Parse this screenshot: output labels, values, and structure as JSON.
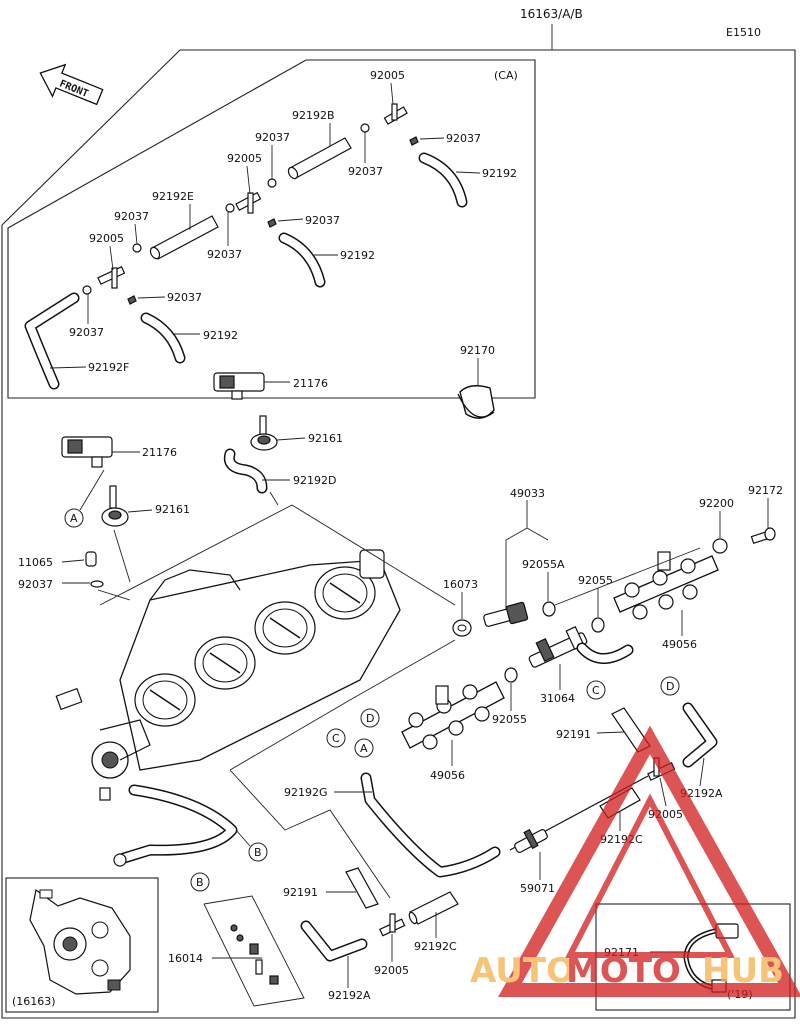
{
  "header": {
    "assembly_number": "16163/A/B",
    "code": "E1510"
  },
  "front_label": "FRONT",
  "ca_label": "(CA)",
  "inset_label": "(16163)",
  "year_label": "('19)",
  "watermark": {
    "part1": "AUTO",
    "part2": "MOTO",
    "part3": "HUB"
  },
  "ref_letters": {
    "A": "A",
    "B": "B",
    "C": "C",
    "D": "D"
  },
  "labels": {
    "p92005_1": "92005",
    "p92192B": "92192B",
    "p92037_1": "92037",
    "p92037_2": "92037",
    "p92037_3": "92037",
    "p92192_1": "92192",
    "p92005_2": "92005",
    "p92192E": "92192E",
    "p92037_4": "92037",
    "p92037_5": "92037",
    "p92192_2": "92192",
    "p92037_6": "92037",
    "p92005_3": "92005",
    "p92037_7": "92037",
    "p92037_8": "92037",
    "p92192_3": "92192",
    "p92192F": "92192F",
    "p92037_9": "92037",
    "p92170": "92170",
    "p21176_1": "21176",
    "p92161_1": "92161",
    "p92192D": "92192D",
    "p21176_2": "21176",
    "p92161_2": "92161",
    "p49033": "49033",
    "p92200": "92200",
    "p92172": "92172",
    "p11065": "11065",
    "p92037_10": "92037",
    "p16073": "16073",
    "p92055A": "92055A",
    "p92055_1": "92055",
    "p49056_1": "49056",
    "p31064": "31064",
    "p92055_2": "92055",
    "p92191_1": "92191",
    "p49056_2": "49056",
    "p92192G": "92192G",
    "p92192A_1": "92192A",
    "p92005_4": "92005",
    "p92192C_1": "92192C",
    "p59071": "59071",
    "p92191_2": "92191",
    "p92192C_2": "92192C",
    "p92005_5": "92005",
    "p16014": "16014",
    "p92192A_2": "92192A",
    "p92171": "92171"
  }
}
